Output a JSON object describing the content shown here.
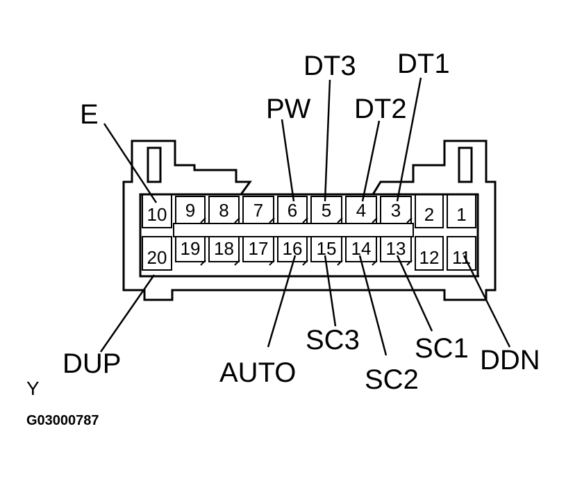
{
  "diagram": {
    "pins_top": [
      "10",
      "9",
      "8",
      "7",
      "6",
      "5",
      "4",
      "3",
      "2",
      "1"
    ],
    "pins_bottom": [
      "20",
      "19",
      "18",
      "17",
      "16",
      "15",
      "14",
      "13",
      "12",
      "11"
    ],
    "labels": {
      "E": "E",
      "PW": "PW",
      "DT3": "DT3",
      "DT2": "DT2",
      "DT1": "DT1",
      "DUP": "DUP",
      "AUTO": "AUTO",
      "SC3": "SC3",
      "SC2": "SC2",
      "SC1": "SC1",
      "DDN": "DDN"
    },
    "view_letter": "Y",
    "figure_code": "G03000787"
  }
}
